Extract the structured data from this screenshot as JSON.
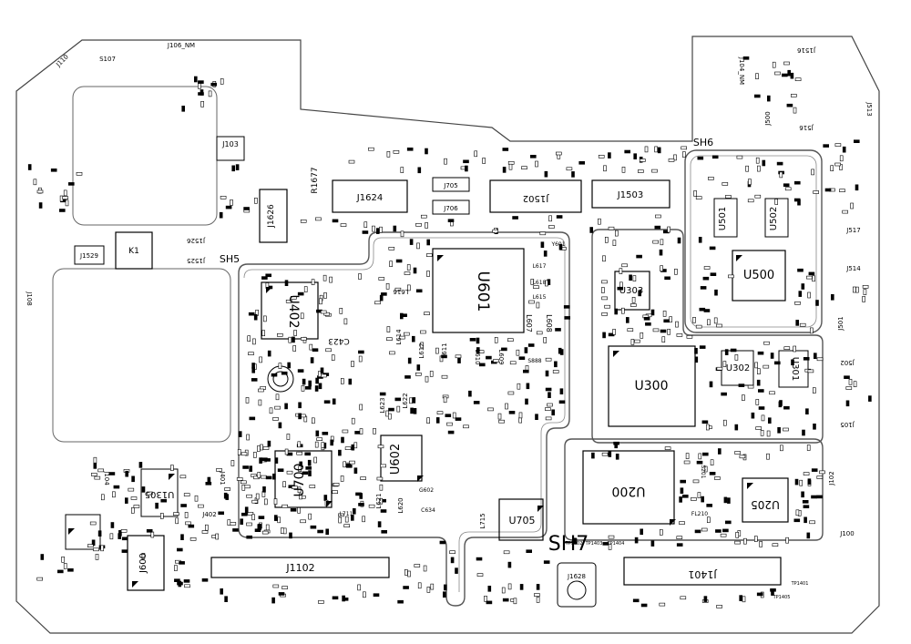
{
  "labels": {
    "u601": "U601",
    "u402": "U402",
    "u700": "U700",
    "u602": "U602",
    "u300": "U300",
    "u200": "U200",
    "u500": "U500",
    "u205": "U205",
    "u705": "U705",
    "u303": "U303",
    "u501": "U501",
    "u502": "U502",
    "u302": "U302",
    "u301": "U301",
    "u1305": "U1305",
    "j600": "J600",
    "k1": "K1",
    "j1102": "J1102",
    "j1401": "J1401",
    "j1624": "J1624",
    "j1502": "J1502",
    "j1503": "J1503",
    "j1626": "J1626",
    "j705": "J705",
    "j706": "J706",
    "j103": "J103",
    "j1629": "J1529",
    "j1628": "J1628",
    "sh5": "SH5",
    "sh6": "SH6",
    "sh7": "SH7",
    "r1677": "R1677",
    "j1526": "J1526",
    "j1525": "J1525",
    "j108": "J108",
    "j110": "J110",
    "s107": "S107",
    "j106_nm": "J106_NM",
    "j1516": "J1516",
    "j104_nm": "J104_NM",
    "j513": "J513",
    "j500": "J500",
    "j516": "J516",
    "j517": "J517",
    "j514": "J514",
    "j501": "J501",
    "j502": "J502",
    "j105": "J105",
    "j102b": "J102",
    "j100": "J100",
    "j401": "J401",
    "j402": "J402",
    "j104": "J104",
    "c423": "C423",
    "l608": "L608",
    "l607": "L607",
    "l617": "L617",
    "l618": "L618",
    "l615": "L615",
    "l616": "L616",
    "l614": "L614",
    "l612": "L612",
    "l611": "L611",
    "l610": "L610",
    "l609": "L609",
    "l623": "L623",
    "l622": "L622",
    "l620": "L620",
    "l621": "L621",
    "l715": "L715",
    "l711": "L711",
    "s888": "S888",
    "y601": "Y601",
    "fl210": "FL210",
    "s201": "S201",
    "g602": "G602",
    "c634": "C634",
    "tp1402": "TP1402",
    "tp1403": "TP1403",
    "tp1404": "TP1404",
    "tp1401": "TP1401",
    "tp1405": "TP1405"
  }
}
